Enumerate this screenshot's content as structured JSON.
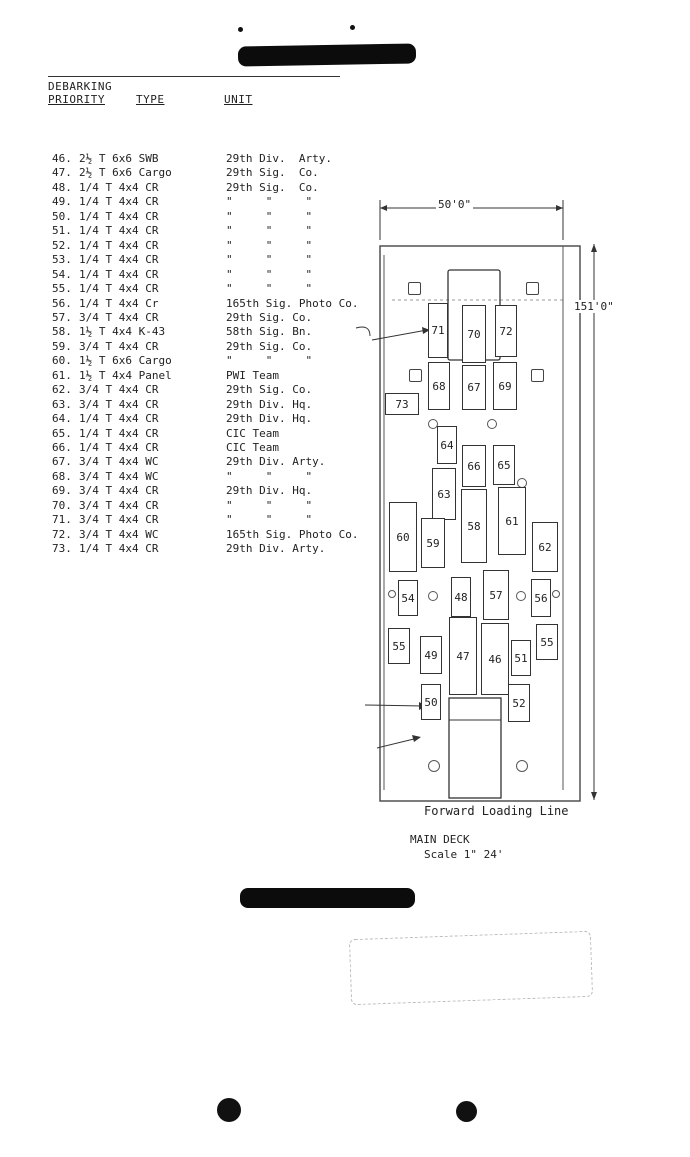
{
  "header": {
    "col1_line1": "DEBARKING",
    "col1_line2": "PRIORITY",
    "col2": "TYPE",
    "col3": "UNIT"
  },
  "rows": [
    {
      "n": "46.",
      "type": "2½ T 6x6 SWB",
      "unit": "29th Div.  Arty."
    },
    {
      "n": "47.",
      "type": "2½ T 6x6 Cargo",
      "unit": "29th Sig.  Co."
    },
    {
      "n": "48.",
      "type": "1/4 T 4x4 CR",
      "unit": "29th Sig.  Co."
    },
    {
      "n": "49.",
      "type": "1/4 T 4x4 CR",
      "unit": "\"     \"     \""
    },
    {
      "n": "50.",
      "type": "1/4 T 4x4 CR",
      "unit": "\"     \"     \""
    },
    {
      "n": "51.",
      "type": "1/4 T 4x4 CR",
      "unit": "\"     \"     \""
    },
    {
      "n": "52.",
      "type": "1/4 T 4x4 CR",
      "unit": "\"     \"     \""
    },
    {
      "n": "53.",
      "type": "1/4 T 4x4 CR",
      "unit": "\"     \"     \""
    },
    {
      "n": "54.",
      "type": "1/4 T 4x4 CR",
      "unit": "\"     \"     \""
    },
    {
      "n": "55.",
      "type": "1/4 T 4x4 CR",
      "unit": "\"     \"     \""
    },
    {
      "n": "56.",
      "type": "1/4 T 4x4 Cr",
      "unit": "165th Sig. Photo Co."
    },
    {
      "n": "57.",
      "type": "3/4 T 4x4 CR",
      "unit": "29th Sig. Co."
    },
    {
      "n": "58.",
      "type": "1½ T 4x4 K-43",
      "unit": "58th Sig. Bn."
    },
    {
      "n": "59.",
      "type": "3/4 T 4x4 CR",
      "unit": "29th Sig. Co."
    },
    {
      "n": "60.",
      "type": "1½ T 6x6 Cargo",
      "unit": "\"     \"     \""
    },
    {
      "n": "61.",
      "type": "1½ T 4x4 Panel",
      "unit": "PWI Team"
    },
    {
      "n": "62.",
      "type": "3/4 T 4x4 CR",
      "unit": "29th Sig. Co."
    },
    {
      "n": "63.",
      "type": "3/4 T 4x4 CR",
      "unit": "29th Div. Hq."
    },
    {
      "n": "64.",
      "type": "1/4 T 4x4 CR",
      "unit": "29th Div. Hq."
    },
    {
      "n": "65.",
      "type": "1/4 T 4x4 CR",
      "unit": "CIC Team"
    },
    {
      "n": "66.",
      "type": "1/4 T 4x4 CR",
      "unit": "CIC Team"
    },
    {
      "n": "67.",
      "type": "3/4 T 4x4 WC",
      "unit": "29th Div. Arty."
    },
    {
      "n": "68.",
      "type": "3/4 T 4x4 WC",
      "unit": "\"     \"     \""
    },
    {
      "n": "69.",
      "type": "3/4 T 4x4 CR",
      "unit": "29th Div. Hq."
    },
    {
      "n": "70.",
      "type": "3/4 T 4x4 CR",
      "unit": "\"     \"     \""
    },
    {
      "n": "71.",
      "type": "3/4 T 4x4 CR",
      "unit": "\"     \"     \""
    },
    {
      "n": "72.",
      "type": "3/4 T 4x4 WC",
      "unit": "165th Sig. Photo Co."
    },
    {
      "n": "73.",
      "type": "1/4 T 4x4 CR",
      "unit": "29th Div. Arty."
    }
  ],
  "diagram": {
    "width_label": "50'0\"",
    "length_label": "151'0\"",
    "forward_label": "Forward Loading Line",
    "deck_label": "MAIN DECK",
    "scale_label": "Scale 1\"   24'",
    "vehicles": [
      "70",
      "71",
      "72",
      "68",
      "67",
      "69",
      "73",
      "64",
      "66",
      "65",
      "63",
      "58",
      "61",
      "60",
      "59",
      "62",
      "54",
      "48",
      "57",
      "56",
      "55",
      "49",
      "47",
      "46",
      "51",
      "50",
      "52"
    ]
  }
}
